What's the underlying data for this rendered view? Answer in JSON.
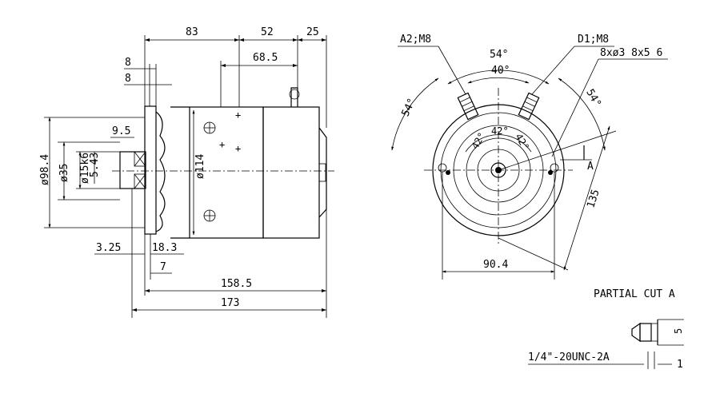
{
  "side_view": {
    "dims_top": [
      "83",
      "52",
      "25",
      "68.5",
      "8",
      "8"
    ],
    "dims_left": [
      "ø98.4",
      "ø35",
      "ø15k6",
      "5.43",
      "9.5"
    ],
    "dim_body_dia": "ø114",
    "dims_bottom": [
      "3.25",
      "18.3",
      "7",
      "158.5",
      "173"
    ]
  },
  "front_view": {
    "terminal_a2": "A2;M8",
    "terminal_d1": "D1;M8",
    "bolts": "8xø3 8x5 6",
    "angle_top": "54°",
    "angle_inner": "40°",
    "angle_left": "54°",
    "angle_right": "54°",
    "small_angles": [
      "42°",
      "42°",
      "42°"
    ],
    "section_mark": "A",
    "dim_135": "135",
    "dim_904": "90.4"
  },
  "partial_cut": {
    "title": "PARTIAL CUT A",
    "thread": "1/4\"-20UNC-2A",
    "dim_5": "5",
    "dim_1": "1"
  }
}
